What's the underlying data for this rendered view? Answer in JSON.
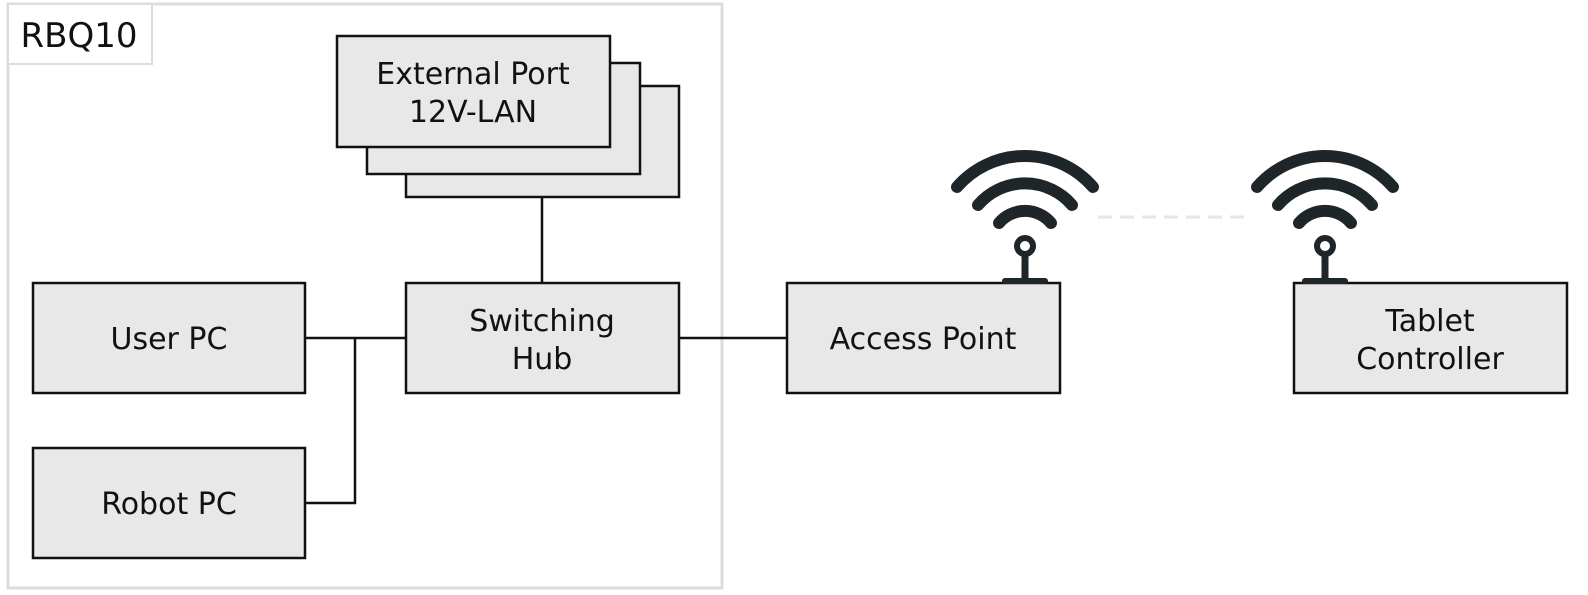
{
  "diagram": {
    "container": {
      "label": "RBQ10"
    },
    "nodes": {
      "external_port": {
        "lines": [
          "External Port",
          "12V-LAN"
        ]
      },
      "switching_hub": {
        "lines": [
          "Switching",
          "Hub"
        ]
      },
      "user_pc": {
        "lines": [
          "User PC"
        ]
      },
      "robot_pc": {
        "lines": [
          "Robot PC"
        ]
      },
      "access_point": {
        "lines": [
          "Access Point"
        ]
      },
      "tablet_controller": {
        "lines": [
          "Tablet",
          "Controller"
        ]
      }
    },
    "icons": {
      "access_point_antenna": "wifi-icon",
      "tablet_antenna": "wifi-icon"
    },
    "colors": {
      "box_fill": "#e8e8e8",
      "stroke": "#111111",
      "icon": "#1e262a",
      "container_border": "#dddddd",
      "wireless_link": "#e6e6e6"
    }
  }
}
